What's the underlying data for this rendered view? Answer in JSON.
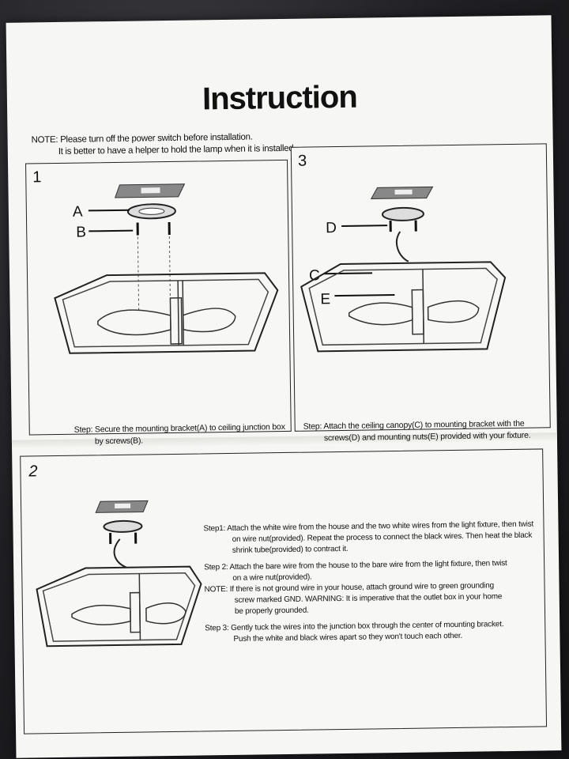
{
  "title": "Instruction",
  "note": {
    "line1": "NOTE: Please turn off the power switch before installation.",
    "line2": "It is better to have a helper to hold the lamp when it is installed."
  },
  "panel1": {
    "number": "1",
    "labels": {
      "a": "A",
      "b": "B"
    },
    "caption_line1": "Step: Secure the mounting bracket(A) to ceiling junction box",
    "caption_line2": "by screws(B)."
  },
  "panel3": {
    "number": "3",
    "labels": {
      "c": "C",
      "d": "D",
      "e": "E"
    },
    "caption_line1": "Step: Attach the ceiling canopy(C) to mounting bracket with the",
    "caption_line2": "screws(D) and mounting nuts(E) provided with your fixture."
  },
  "panel2": {
    "number": "2",
    "step1_line1": "Step1:  Attach the white wire from the house and the two white wires from the light fixture, then twist",
    "step1_line2": "on wire nut(provided). Repeat the process to connect the black wires. Then heat the black",
    "step1_line3": "shrink tube(provided) to contract it.",
    "step2_line1": "Step 2: Attach the bare wire from the house to the bare wire from the light fixture, then twist",
    "step2_line2": "on a wire nut(provided).",
    "note_line1": "NOTE:  If there is not ground wire in your house, attach ground wire to green grounding",
    "note_line2": "screw marked GND.  WARNING: It is imperative that the outlet box in your home",
    "note_line3": "be properly grounded.",
    "step3_line1": "Step 3: Gently tuck the wires into the junction box through the center of mounting bracket.",
    "step3_line2": "Push the white and black wires apart so they won't touch each other."
  }
}
